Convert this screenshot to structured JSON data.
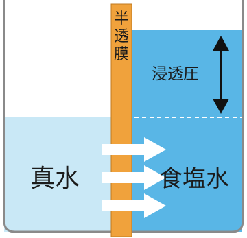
{
  "membrane_label": "半透膜",
  "left_liquid_label": "真水",
  "right_liquid_label": "食塩水",
  "pressure_label": "浸透圧",
  "colors": {
    "background": "#ffffff",
    "container_wall": "#8a8a8a",
    "fresh_water": "#c9e8f6",
    "salt_water": "#59b6e6",
    "membrane": "#f0a23c",
    "membrane_edge": "#c07a20",
    "arrow": "#ffffff",
    "text": "#1b1b1b",
    "pressure_arrow": "#111111",
    "dashed_line": "#ffffff"
  },
  "arrow_count": 3
}
